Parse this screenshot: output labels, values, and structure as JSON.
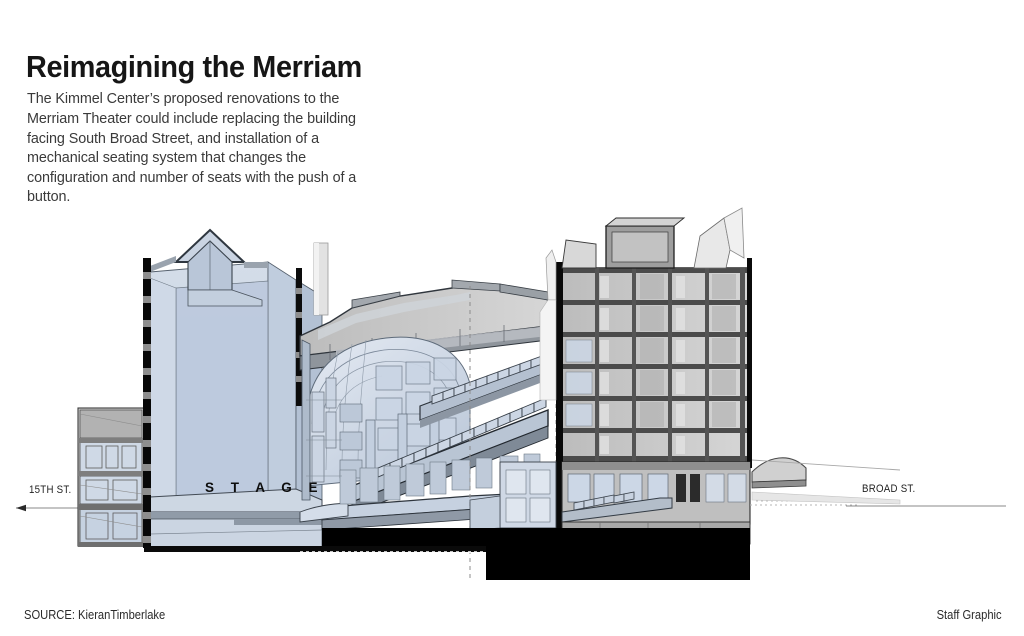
{
  "headline": "Reimagining the Merriam",
  "standfirst": "The Kimmel Center’s proposed renovations to the Merriam Theater could include replacing the building facing South Broad Street, and installation of a mechanical seating system that changes the configuration and number of seats with the push of a button.",
  "figure": {
    "type": "architectural-section",
    "subject": "Merriam Theater building cross-section",
    "labels": {
      "stage": "S T A G E",
      "street_left": "15TH ST.",
      "street_right": "BROAD ST."
    },
    "annotations": {
      "left_arrow_direction": "west",
      "left_arrow_label": "15TH ST.",
      "right_ground_line_label": "BROAD ST."
    },
    "elements": [
      "stage house / fly tower",
      "gabled roof monitor",
      "vent stack",
      "15th Street annex wing",
      "domed auditorium ceiling",
      "raked balcony seating tiers",
      "orchestra level seating",
      "Broad Street office building",
      "penthouse mechanical box",
      "lobby level",
      "entry marquee canopy",
      "basement / foundation"
    ],
    "colors": {
      "interior_fill": "#c9d4e2",
      "masonry_gray": "#b5b5b5",
      "structure_dark": "#4a4a4a",
      "cut_line_black": "#0a0a0a",
      "basement_black": "#000000",
      "page_background": "#ffffff"
    }
  },
  "footer": {
    "source": "SOURCE: KieranTimberlake",
    "staff": "Staff Graphic"
  }
}
